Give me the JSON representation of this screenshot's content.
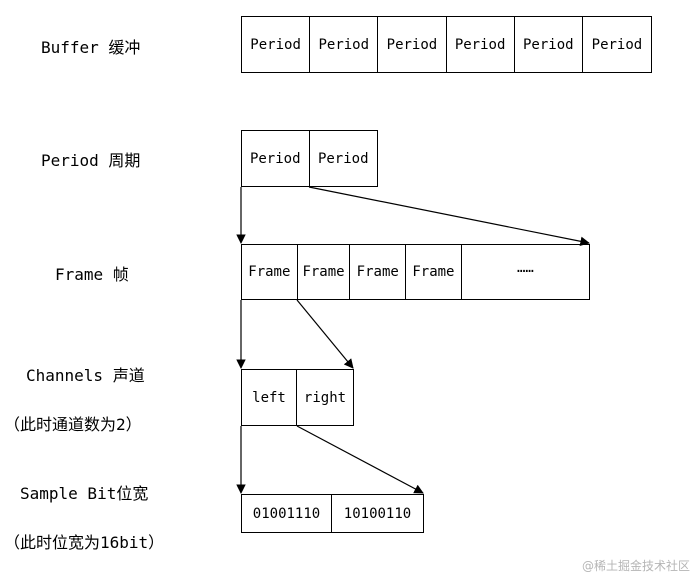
{
  "labels": {
    "buffer": "Buffer 缓冲",
    "period": "Period 周期",
    "frame": "Frame 帧",
    "channels": "Channels 声道",
    "channels_note": "（此时通道数为2）",
    "sample_bit": "Sample Bit位宽",
    "sample_bit_note": "（此时位宽为16bit）"
  },
  "buffer_cells": [
    "Period",
    "Period",
    "Period",
    "Period",
    "Period",
    "Period"
  ],
  "period_cells": [
    "Period",
    "Period"
  ],
  "frame_cells": [
    "Frame",
    "Frame",
    "Frame",
    "Frame",
    "……"
  ],
  "channel_cells": [
    "left",
    "right"
  ],
  "sample_cells": [
    "01001110",
    "10100110"
  ],
  "watermark": "@稀土掘金技术社区"
}
